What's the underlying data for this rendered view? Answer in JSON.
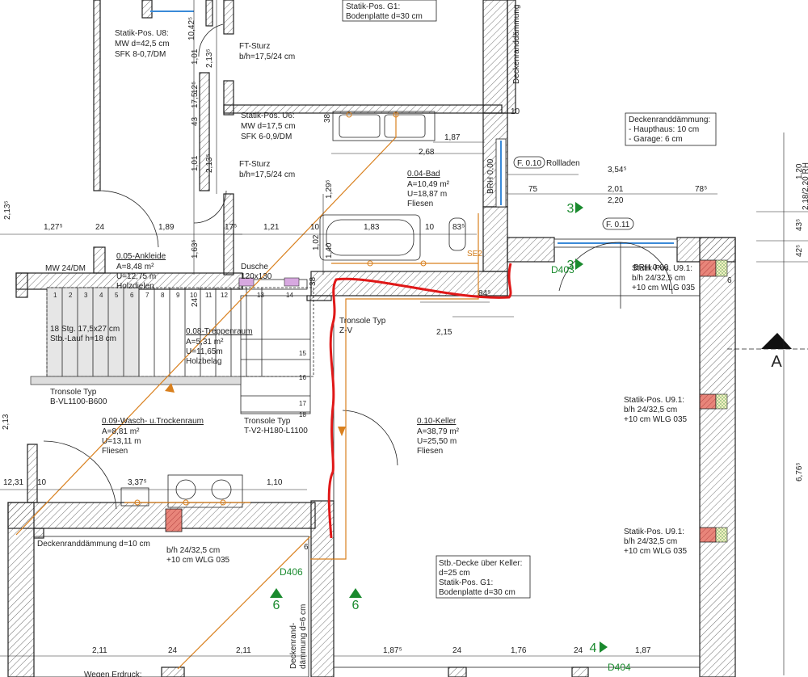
{
  "statik_u8": [
    "Statik-Pos. U8:",
    "MW d=42,5 cm",
    "SFK 8-0,7/DM"
  ],
  "statik_g1_top": [
    "Statik-Pos. G1:",
    "Bodenplatte d=30 cm"
  ],
  "ft_sturz_1": [
    "FT-Sturz",
    "b/h=17,5/24 cm"
  ],
  "ft_sturz_2": [
    "FT-Sturz",
    "b/h=17,5/24 cm"
  ],
  "statik_u6": [
    "Statik-Pos. U6:",
    "MW d=17,5 cm",
    "SFK 6-0,9/DM"
  ],
  "deckenrand_right": [
    "Deckenranddämmung:",
    "- Haupthaus: 10 cm",
    "- Garage: 6 cm"
  ],
  "deckenrand_vert": "Deckenranddämmung",
  "room_bad": {
    "name": "0.04-Bad",
    "area": "A=10,49 m²",
    "perim": "U=18,87 m",
    "floor": "Fliesen"
  },
  "room_ankleide": {
    "name": "0.05-Ankleide",
    "area": "A=8,48 m²",
    "perim": "U=12,75 m",
    "floor": "Holzdielen"
  },
  "room_treppen": {
    "name": "0.08-Treppenraum",
    "area": "A=5,31 m²",
    "perim": "U=11,65m",
    "floor": "Holzbelag"
  },
  "room_wasch": {
    "name": "0.09-Wasch- u.Trockenraum",
    "area": "A=8,81 m²",
    "perim": "U=13,11 m",
    "floor": "Fliesen"
  },
  "room_keller": {
    "name": "0.10-Keller",
    "area": "A=38,79 m²",
    "perim": "U=25,50 m",
    "floor": "Fliesen"
  },
  "window_f010": "F. 0.10",
  "rollladen": "Rollladen",
  "window_f011": "F. 0.11",
  "brh_vert": "BRH 0,00",
  "brh": "BRH 0,00",
  "dusche": [
    "Dusche",
    "120x130"
  ],
  "mw": "MW 24/DM",
  "stairs_info": [
    "18 Stg. 17,5x27 cm",
    "Stb.-Lauf h=18 cm"
  ],
  "tronsole_1": [
    "Tronsole Typ",
    "B-VL1100-B600"
  ],
  "tronsole_2": [
    "Tronsole Typ",
    "T-V2-H180-L1100"
  ],
  "tronsole_3": [
    "Tronsole Typ",
    "Z-V"
  ],
  "se2": "SE2",
  "statik_u91": [
    "Statik-Pos. U9.1:",
    "b/h 24/32,5 cm",
    "+10 cm WLG 035"
  ],
  "sturz_bottom": [
    "b/h 24/32,5 cm",
    "+10 cm WLG 035"
  ],
  "deckenrand_bottom": "Deckenranddämmung d=10 cm",
  "deckenrand_bottom_vert": [
    "Deckenrand-",
    "dämmung d=6 cm"
  ],
  "stb_decke": [
    "Stb.-Decke über Keller:",
    "d=25 cm"
  ],
  "statik_g1_bottom": [
    "Statik-Pos. G1:",
    "Bodenplatte d=30 cm"
  ],
  "wegen": "Wegen Erdruck:",
  "door_ids": [
    "D403",
    "D406",
    "D404"
  ],
  "section_marks": [
    "3",
    "3",
    "6",
    "6",
    "4"
  ],
  "section_label": "A",
  "stair_steps": [
    "1",
    "2",
    "3",
    "4",
    "5",
    "6",
    "7",
    "8",
    "9",
    "10",
    "11",
    "12",
    "13",
    "14",
    "15",
    "16",
    "17",
    "18"
  ],
  "dims": {
    "d_242": "10,42⁵",
    "d_101a": "1,01",
    "d_213a": "2,13⁵",
    "d_175": "17,5",
    "d_125": "12⁵",
    "d_43": "43",
    "d_38": "38",
    "d_101b": "1,01",
    "d_213b": "2,13⁵",
    "d_187": "1,87",
    "d_268": "2,68",
    "d_10": "10",
    "d_129": "1,29⁵",
    "d_354": "3,54⁵",
    "d_75": "75",
    "d_201": "2,01",
    "d_78": "78⁵",
    "d_220": "2,20",
    "d_120": "1,20",
    "d_43b": "43⁵",
    "d_42": "42⁵",
    "d_213c": "2,13⁵",
    "d_127": "1,27⁵",
    "d_24a": "24",
    "d_189": "1,89",
    "d_17": "17⁵",
    "d_121": "1,21",
    "d_10b": "10",
    "d_183": "1,83",
    "d_10c": "10",
    "d_83": "83⁵",
    "d_163": "1,63⁵",
    "d_102": "1,02",
    "d_140": "1,40",
    "d_24b": "24",
    "d_84": "84⁵",
    "d_215": "2,15",
    "d_6": "6",
    "d_676": "6,76⁵",
    "d_213d": "2,13",
    "d_1231": "12,31",
    "d_10d": "10",
    "d_337": "3,37⁵",
    "d_110": "1,10",
    "d_38b": "38",
    "d_6b": "6",
    "d_211a": "2,11",
    "d_24c": "24",
    "d_211b": "2,11",
    "d_187b": "1,87⁵",
    "d_24d": "24",
    "d_176": "1,76",
    "d_24e": "24",
    "d_187c": "1,87",
    "d_218": "2,18/2,20 RH"
  },
  "colors": {
    "red_line": "#e01818",
    "orange": "#d9801e",
    "green": "#1a8a2e",
    "wall_stroke": "#222222"
  }
}
